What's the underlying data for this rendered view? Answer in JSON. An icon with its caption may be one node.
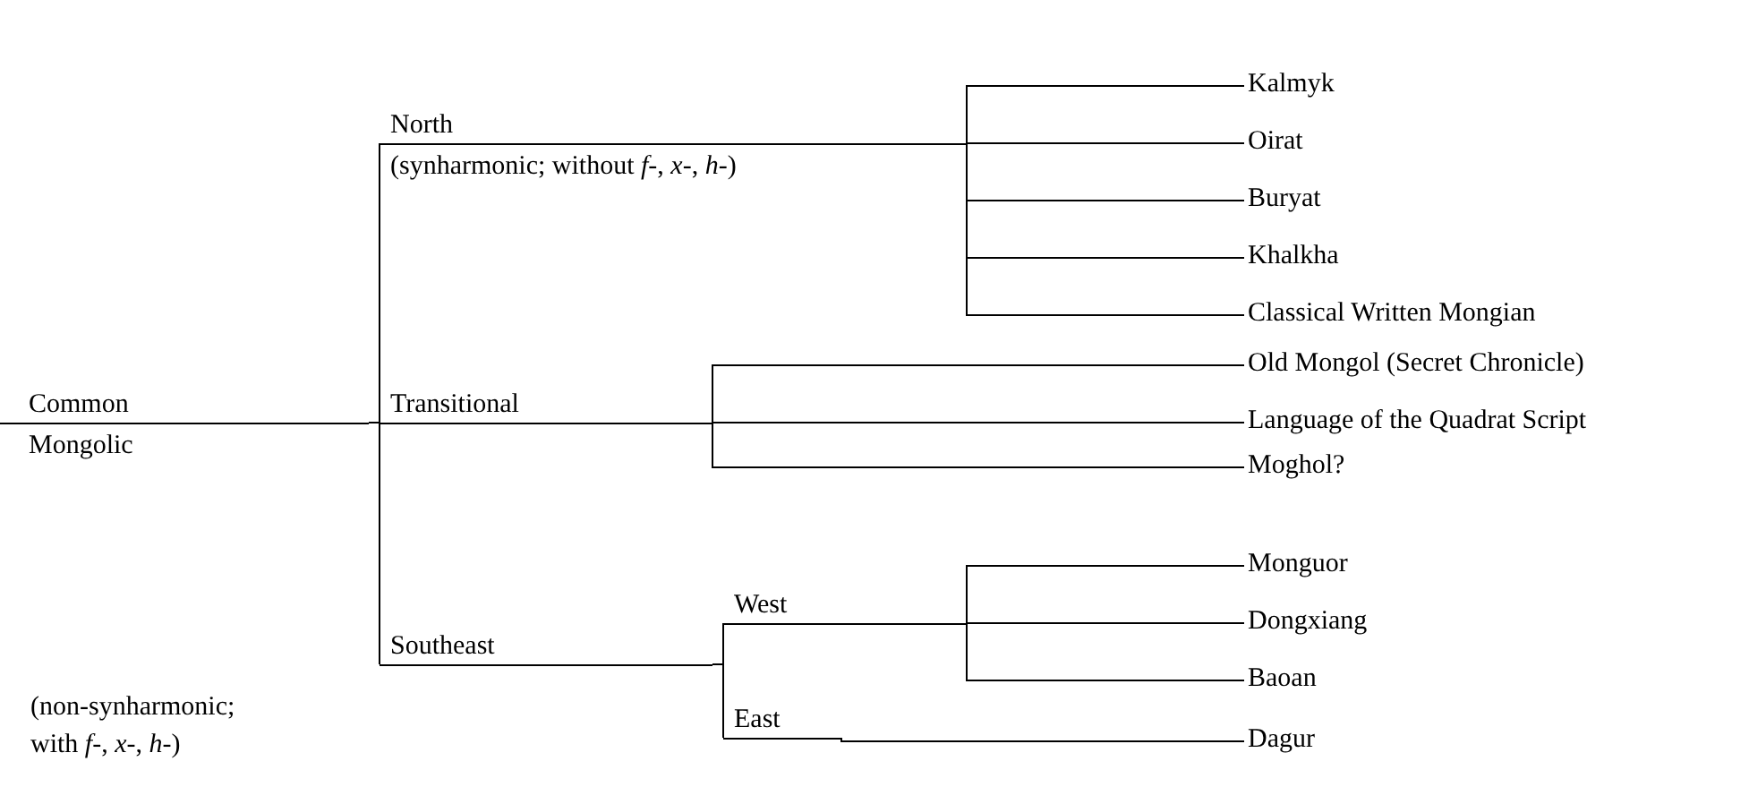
{
  "diagram": {
    "nodes": [
      {
        "text": [
          "Common",
          "Mongolic"
        ]
      },
      {
        "text": [
          "North",
          "(synharmonic; without *f*-, *x*-, *h*-)"
        ]
      },
      {
        "text": [
          "Kalmyk"
        ]
      },
      {
        "text": [
          "Oirat"
        ]
      },
      {
        "text": [
          "Buryat"
        ]
      },
      {
        "text": [
          "Khalkha"
        ]
      },
      {
        "text": [
          "Classical Written Mongian"
        ]
      },
      {
        "text": [
          "Transitional"
        ]
      },
      {
        "text": [
          "Old Mongol (Secret Chronicle)"
        ]
      },
      {
        "text": [
          "Language of the Quadrat Script"
        ]
      },
      {
        "text": [
          "Moghol?"
        ]
      },
      {
        "text": [
          "Southeast"
        ]
      },
      {
        "text": [
          "West"
        ]
      },
      {
        "text": [
          "Monguor"
        ]
      },
      {
        "text": [
          "Dongxiang"
        ]
      },
      {
        "text": [
          "Baoan"
        ]
      },
      {
        "text": [
          "East"
        ]
      },
      {
        "text": [
          "Dagur"
        ]
      }
    ],
    "edges": [
      {
        "from": 0,
        "to": 1,
        "arrow": "none"
      },
      {
        "from": 0,
        "to": 7,
        "arrow": "none"
      },
      {
        "from": 0,
        "to": 11,
        "arrow": "none"
      },
      {
        "from": 1,
        "to": 2,
        "arrow": "none"
      },
      {
        "from": 1,
        "to": 3,
        "arrow": "none"
      },
      {
        "from": 1,
        "to": 4,
        "arrow": "none"
      },
      {
        "from": 1,
        "to": 5,
        "arrow": "none"
      },
      {
        "from": 1,
        "to": 6,
        "arrow": "none"
      },
      {
        "from": 7,
        "to": 8,
        "arrow": "none"
      },
      {
        "from": 7,
        "to": 9,
        "arrow": "none"
      },
      {
        "from": 7,
        "to": 10,
        "arrow": "none"
      },
      {
        "from": 11,
        "to": 12,
        "arrow": "none"
      },
      {
        "from": 11,
        "to": 16,
        "arrow": "none"
      },
      {
        "from": 12,
        "to": 13,
        "arrow": "none"
      },
      {
        "from": 12,
        "to": 14,
        "arrow": "none"
      },
      {
        "from": 12,
        "to": 15,
        "arrow": "none"
      },
      {
        "from": 16,
        "to": 17,
        "arrow": "none"
      }
    ],
    "labels": [
      "(non-synharmonic; with *f*-, *x*-, *h*-)"
    ]
  }
}
